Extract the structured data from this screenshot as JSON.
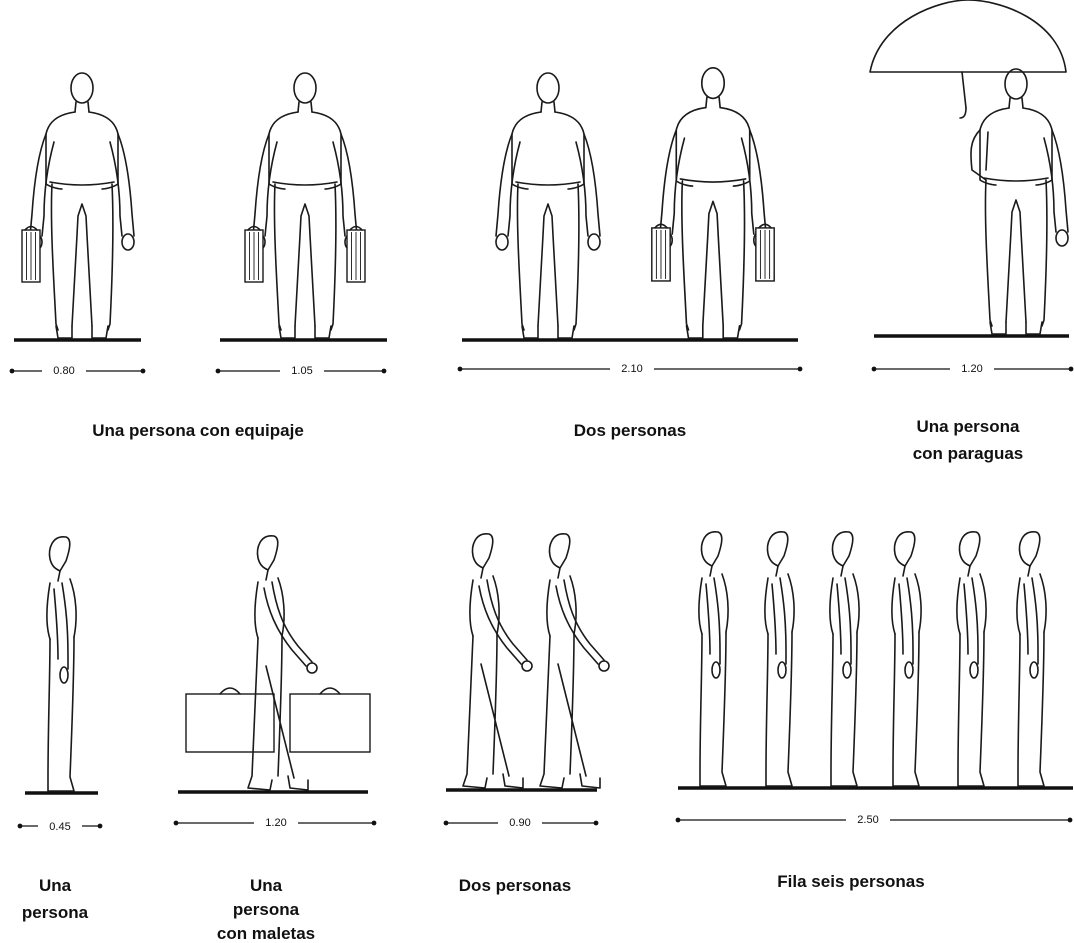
{
  "colors": {
    "ink": "#1a1a1a",
    "background": "#ffffff"
  },
  "top_row": {
    "luggage_one": {
      "dimension": "0.80"
    },
    "luggage_two": {
      "dimension": "1.05"
    },
    "luggage_caption": "Una persona con equipaje",
    "two_persons": {
      "dimension": "2.10",
      "caption": "Dos personas"
    },
    "umbrella": {
      "dimension": "1.20",
      "caption_line1": "Una persona",
      "caption_line2": "con paraguas"
    }
  },
  "bottom_row": {
    "one_person": {
      "dimension": "0.45",
      "caption_line1": "Una",
      "caption_line2": "persona"
    },
    "with_suitcases": {
      "dimension": "1.20",
      "caption_line1": "Una",
      "caption_line2": "persona",
      "caption_line3": "con maletas"
    },
    "two_persons": {
      "dimension": "0.90",
      "caption": "Dos personas"
    },
    "six_queue": {
      "dimension": "2.50",
      "caption": "Fila seis personas"
    }
  }
}
